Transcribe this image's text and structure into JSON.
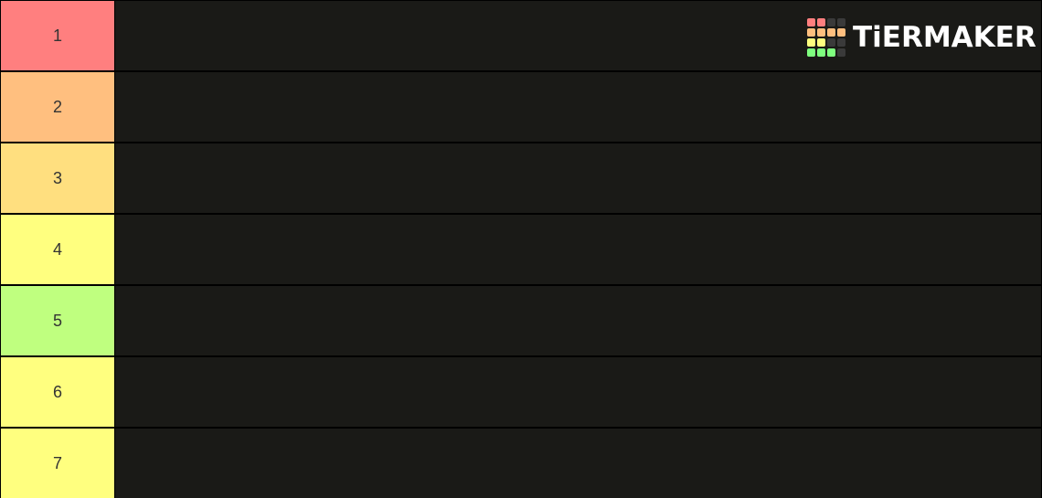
{
  "tiers": [
    {
      "label": "1",
      "color": "#ff7f7f"
    },
    {
      "label": "2",
      "color": "#ffbf7f"
    },
    {
      "label": "3",
      "color": "#ffdf7f"
    },
    {
      "label": "4",
      "color": "#ffff7f"
    },
    {
      "label": "5",
      "color": "#bfff7f"
    },
    {
      "label": "6",
      "color": "#ffff7f"
    },
    {
      "label": "7",
      "color": "#ffff7f"
    }
  ],
  "tier_area_color": "#1a1a17",
  "logo": {
    "text": "TiERMAKER",
    "icon": "tiermaker-grid-logo",
    "grid_colors": [
      "#ff7f7f",
      "#ff7f7f",
      "#3a3a3a",
      "#3a3a3a",
      "#ffbf7f",
      "#ffbf7f",
      "#ffbf7f",
      "#ffbf7f",
      "#ffff7f",
      "#ffff7f",
      "#3a3a3a",
      "#3a3a3a",
      "#7fff7f",
      "#7fff7f",
      "#7fff7f",
      "#3a3a3a"
    ]
  }
}
